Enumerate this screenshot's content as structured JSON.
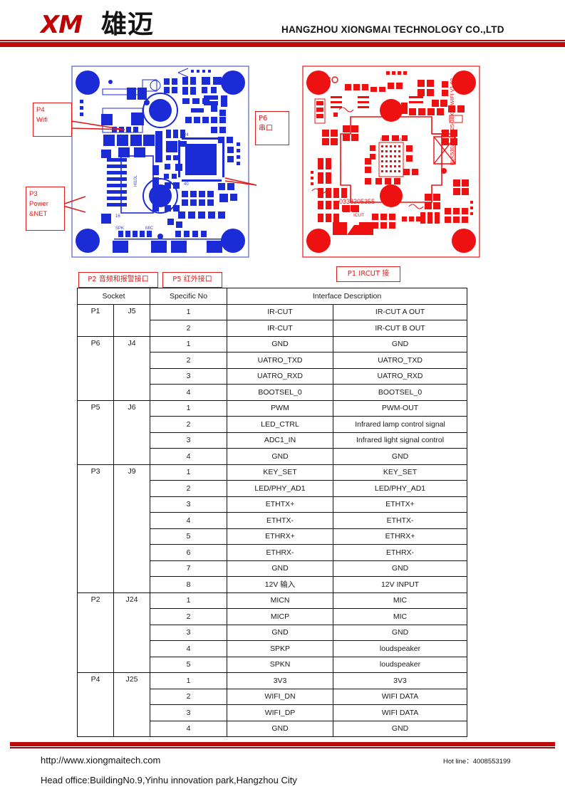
{
  "header": {
    "logo_mark": "XM",
    "logo_cn": "雄迈",
    "company_name": "HANGZHOU XIONGMAI TECHNOLOGY CO.,LTD",
    "accent_color": "#BE0A0A"
  },
  "figure": {
    "left_board": {
      "name": "pcb-front-view",
      "trace_color": "#1B2BD6",
      "silkscreen": [
        "HI10L",
        "SPK",
        "MIC",
        "24",
        "40",
        "16"
      ]
    },
    "right_board": {
      "name": "pcb-back-view",
      "trace_color": "#EE1111",
      "part_number": "0338205355",
      "board_label": "BLK530A1-ON25-38X38-WIFI V1.02",
      "silkscreen": [
        "ICUT"
      ]
    },
    "callouts": [
      {
        "id": "p4",
        "lines": [
          "P4",
          "Wifi"
        ]
      },
      {
        "id": "p3",
        "lines": [
          "P3",
          "Power",
          "&NET"
        ]
      },
      {
        "id": "p6",
        "lines": [
          "P6",
          "串口"
        ]
      },
      {
        "id": "p2",
        "lines": [
          "P2 音频和报警接口"
        ]
      },
      {
        "id": "p5",
        "lines": [
          "P5 红外接口"
        ]
      },
      {
        "id": "p1",
        "lines": [
          "P1 IRCUT 接"
        ]
      }
    ],
    "callout_color": "#E01B1B"
  },
  "table": {
    "headers": {
      "socket": "Socket",
      "specific_no": "Specific No",
      "interface_description": "Interface Description"
    },
    "groups": [
      {
        "socket": "P1",
        "jno": "J5",
        "rows": [
          {
            "no": "1",
            "signal": "IR-CUT",
            "desc": "IR-CUT A OUT"
          },
          {
            "no": "2",
            "signal": "IR-CUT",
            "desc": "IR-CUT B OUT"
          }
        ]
      },
      {
        "socket": "P6",
        "jno": "J4",
        "rows": [
          {
            "no": "1",
            "signal": "GND",
            "desc": "GND"
          },
          {
            "no": "2",
            "signal": "UATRO_TXD",
            "desc": "UATRO_TXD"
          },
          {
            "no": "3",
            "signal": "UATRO_RXD",
            "desc": "UATRO_RXD"
          },
          {
            "no": "4",
            "signal": "BOOTSEL_0",
            "desc": "BOOTSEL_0"
          }
        ]
      },
      {
        "socket": "P5",
        "jno": "J6",
        "rows": [
          {
            "no": "1",
            "signal": "PWM",
            "desc": "PWM-OUT"
          },
          {
            "no": "2",
            "signal": "LED_CTRL",
            "desc": "Infrared lamp control signal"
          },
          {
            "no": "3",
            "signal": "ADC1_IN",
            "desc": "Infrared light signal control"
          },
          {
            "no": "4",
            "signal": "GND",
            "desc": "GND"
          }
        ]
      },
      {
        "socket": "P3",
        "jno": "J9",
        "rows": [
          {
            "no": "1",
            "signal": "KEY_SET",
            "desc": "KEY_SET"
          },
          {
            "no": "2",
            "signal": "LED/PHY_AD1",
            "desc": "LED/PHY_AD1"
          },
          {
            "no": "3",
            "signal": "ETHTX+",
            "desc": "ETHTX+"
          },
          {
            "no": "4",
            "signal": "ETHTX-",
            "desc": "ETHTX-"
          },
          {
            "no": "5",
            "signal": "ETHRX+",
            "desc": "ETHRX+"
          },
          {
            "no": "6",
            "signal": "ETHRX-",
            "desc": "ETHRX-"
          },
          {
            "no": "7",
            "signal": "GND",
            "desc": "GND"
          },
          {
            "no": "8",
            "signal": "12V 输入",
            "desc": "12V INPUT"
          }
        ]
      },
      {
        "socket": "P2",
        "jno": "J24",
        "rows": [
          {
            "no": "1",
            "signal": "MICN",
            "desc": "MIC"
          },
          {
            "no": "2",
            "signal": "MICP",
            "desc": "MIC"
          },
          {
            "no": "3",
            "signal": "GND",
            "desc": "GND"
          },
          {
            "no": "4",
            "signal": "SPKP",
            "desc": "loudspeaker"
          },
          {
            "no": "5",
            "signal": "SPKN",
            "desc": "loudspeaker"
          }
        ]
      },
      {
        "socket": "P4",
        "jno": "J25",
        "rows": [
          {
            "no": "1",
            "signal": "3V3",
            "desc": "3V3"
          },
          {
            "no": "2",
            "signal": "WIFI_DN",
            "desc": "WIFI DATA"
          },
          {
            "no": "3",
            "signal": "WIFI_DP",
            "desc": "WIFI DATA"
          },
          {
            "no": "4",
            "signal": "GND",
            "desc": "GND"
          }
        ]
      }
    ]
  },
  "footer": {
    "url": "http://www.xiongmaitech.com",
    "hotline": "Hot line：4008553199",
    "address": "Head office:BuildingNo.9,Yinhu innovation park,Hangzhou City"
  }
}
